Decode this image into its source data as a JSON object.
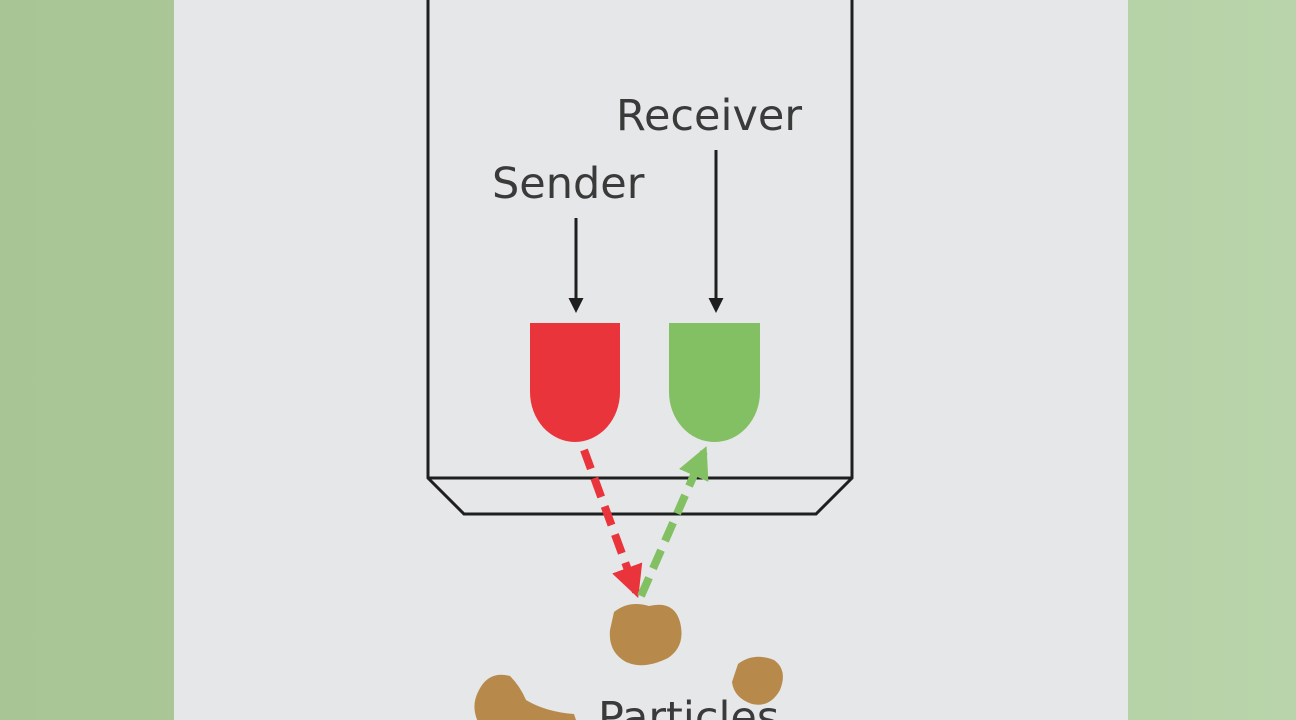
{
  "diagram": {
    "labels": {
      "receiver": "Receiver",
      "sender": "Sender",
      "particles": "Particles"
    },
    "colors": {
      "sender": "#e8343a",
      "receiver": "#82c063",
      "particle": "#b78a4b",
      "outline": "#1f1f1f",
      "panel": "#e6e7e8",
      "background": "#a8c595"
    }
  }
}
